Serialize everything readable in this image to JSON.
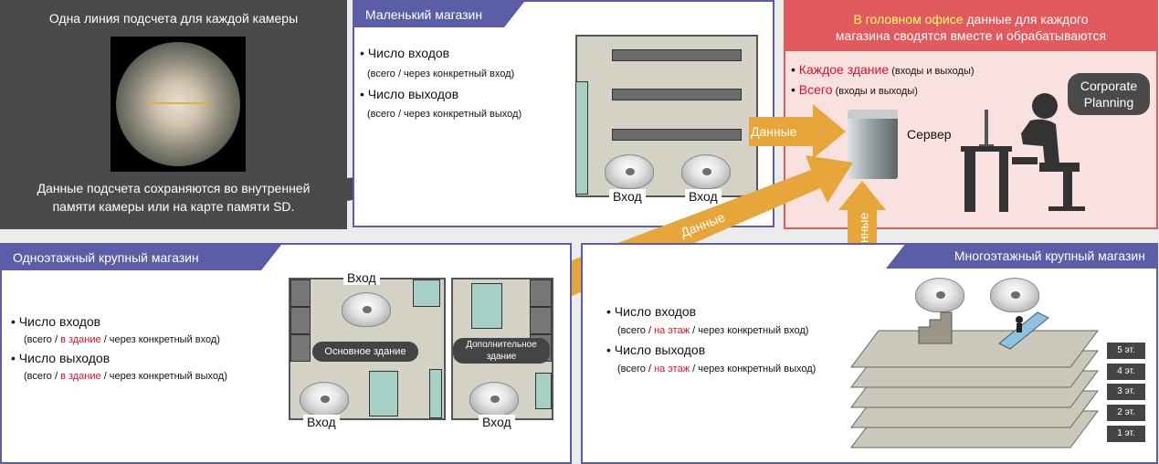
{
  "camera_panel": {
    "title": "Одна линия подсчета для каждой камеры",
    "caption_line1": "Данные подсчета сохраняются во внутренней",
    "caption_line2": "памяти камеры или на карте памяти SD."
  },
  "small_store": {
    "tab": "Маленький магазин",
    "entries_label": "• Число входов",
    "entries_sub": "(всего / через конкретный вход)",
    "exits_label": "• Число выходов",
    "exits_sub": "(всего / через конкретный выход)",
    "entrance1": "Вход",
    "entrance2": "Вход"
  },
  "head_office": {
    "title_highlight": "В головном офисе",
    "title_rest": " данные для каждого",
    "title_line2": "магазина сводятся вместе и обрабатываются",
    "item1_red": "Каждое здание",
    "item1_rest": " (входы и выходы)",
    "item2_red": "Всего",
    "item2_rest": " (входы и выходы)",
    "server_label": "Сервер",
    "corporate_line1": "Corporate",
    "corporate_line2": "Planning",
    "colors": {
      "header_bg": "#e05a5e",
      "panel_bg": "#f9e1e0",
      "highlight": "#ffff66"
    }
  },
  "arrows": {
    "data1": "Данные",
    "data2": "Данные",
    "data3": "Данные",
    "color": "#e6a63a"
  },
  "single_floor_store": {
    "tab": "Одноэтажный крупный магазин",
    "entries_prefix": "• Число входов",
    "entries_sub_a": "(всего / ",
    "entries_sub_red": "в здание",
    "entries_sub_b": " / через конкретный вход)",
    "exits_prefix": "• Число выходов",
    "exits_sub_a": "(всего / ",
    "exits_sub_red": "в здание",
    "exits_sub_b": " / через конкретный выход)",
    "entrance_top": "Вход",
    "entrance_bottom_left": "Вход",
    "entrance_bottom_right": "Вход",
    "main_building": "Основное здание",
    "annex_line1": "Дополнительное",
    "annex_line2": "здание"
  },
  "multi_floor_store": {
    "tab": "Многоэтажный крупный магазин",
    "entries_prefix": "• Число входов",
    "entries_sub_a": "(всего / ",
    "entries_sub_red": "на этаж",
    "entries_sub_b": " / через конкретный вход)",
    "exits_prefix": "• Число выходов",
    "exits_sub_a": "(всего / ",
    "exits_sub_red": "на этаж",
    "exits_sub_b": " / через конкретный выход)",
    "floors": [
      "5 эт.",
      "4 эт.",
      "3 эт.",
      "2 эт.",
      "1 эт."
    ]
  }
}
